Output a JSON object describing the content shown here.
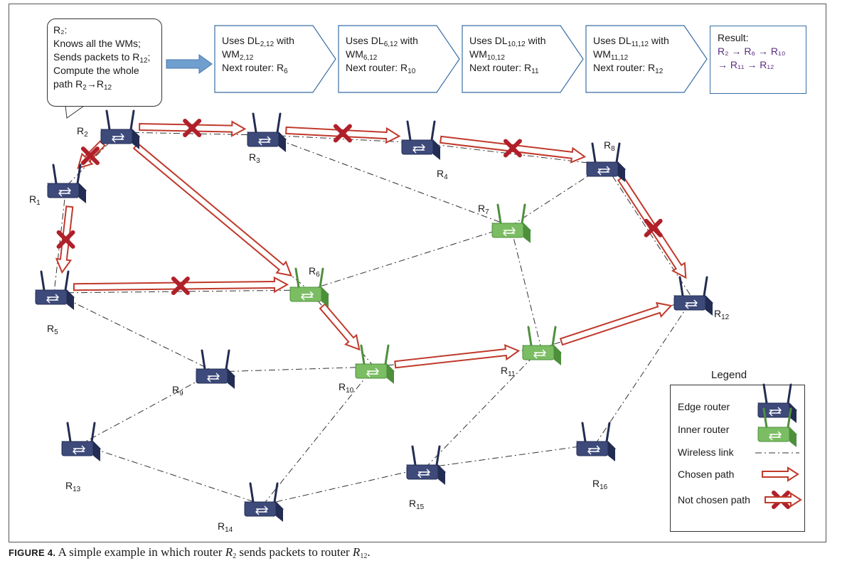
{
  "colors": {
    "edge_router": "#3d4a7a",
    "inner_router": "#7bbd62",
    "chosen_path": "#c0392b",
    "not_chosen_cross": "#b0202a",
    "link": "#333333"
  },
  "callout": {
    "line1": "R₂:",
    "line2": "Knows all the WMs;",
    "line3_prefix": "Sends packets to R",
    "line3_sub": "12",
    "line3_suffix": ";",
    "line4": "Compute the whole",
    "line5_prefix": "path R",
    "line5_sub1": "2",
    "line5_arrow": "→R",
    "line5_sub2": "12"
  },
  "steps": [
    {
      "uses": "Uses DL",
      "dl_sub": "2,12",
      "with": " with",
      "wm": "WM",
      "wm_sub": "2,12",
      "next": "Next router: R",
      "next_sub": "6"
    },
    {
      "uses": "Uses DL",
      "dl_sub": "6,12",
      "with": " with",
      "wm": "WM",
      "wm_sub": "6,12",
      "next": "Next router: R",
      "next_sub": "10"
    },
    {
      "uses": "Uses DL",
      "dl_sub": "10,12",
      "with": " with",
      "wm": "WM",
      "wm_sub": "10,12",
      "next": "Next router: R",
      "next_sub": "11"
    },
    {
      "uses": "Uses DL",
      "dl_sub": "11,12",
      "with": " with",
      "wm": "WM",
      "wm_sub": "11,12",
      "next": "Next router: R",
      "next_sub": "12"
    }
  ],
  "result": {
    "title": "Result:",
    "line1": "R₂ → R₆ → R₁₀",
    "line2": "→ R₁₁ → R₁₂"
  },
  "routers": [
    {
      "id": "R1",
      "label": "R",
      "sub": "1",
      "type": "edge"
    },
    {
      "id": "R2",
      "label": "R",
      "sub": "2",
      "type": "edge"
    },
    {
      "id": "R3",
      "label": "R",
      "sub": "3",
      "type": "edge"
    },
    {
      "id": "R4",
      "label": "R",
      "sub": "4",
      "type": "edge"
    },
    {
      "id": "R5",
      "label": "R",
      "sub": "5",
      "type": "edge"
    },
    {
      "id": "R6",
      "label": "R",
      "sub": "6",
      "type": "inner"
    },
    {
      "id": "R7",
      "label": "R",
      "sub": "7",
      "type": "inner"
    },
    {
      "id": "R8",
      "label": "R",
      "sub": "8",
      "type": "edge"
    },
    {
      "id": "R9",
      "label": "R",
      "sub": "9",
      "type": "edge"
    },
    {
      "id": "R10",
      "label": "R",
      "sub": "10",
      "type": "inner"
    },
    {
      "id": "R11",
      "label": "R",
      "sub": "11",
      "type": "inner"
    },
    {
      "id": "R12",
      "label": "R",
      "sub": "12",
      "type": "edge"
    },
    {
      "id": "R13",
      "label": "R",
      "sub": "13",
      "type": "edge"
    },
    {
      "id": "R14",
      "label": "R",
      "sub": "14",
      "type": "edge"
    },
    {
      "id": "R15",
      "label": "R",
      "sub": "15",
      "type": "edge"
    },
    {
      "id": "R16",
      "label": "R",
      "sub": "16",
      "type": "edge"
    }
  ],
  "links": [
    [
      "R2",
      "R3"
    ],
    [
      "R3",
      "R4"
    ],
    [
      "R4",
      "R8"
    ],
    [
      "R2",
      "R1"
    ],
    [
      "R1",
      "R5"
    ],
    [
      "R2",
      "R6"
    ],
    [
      "R5",
      "R6"
    ],
    [
      "R3",
      "R7"
    ],
    [
      "R6",
      "R7"
    ],
    [
      "R7",
      "R8"
    ],
    [
      "R7",
      "R11"
    ],
    [
      "R8",
      "R12"
    ],
    [
      "R6",
      "R10"
    ],
    [
      "R10",
      "R11"
    ],
    [
      "R11",
      "R12"
    ],
    [
      "R5",
      "R9"
    ],
    [
      "R9",
      "R10"
    ],
    [
      "R9",
      "R13"
    ],
    [
      "R13",
      "R14"
    ],
    [
      "R14",
      "R10"
    ],
    [
      "R14",
      "R15"
    ],
    [
      "R15",
      "R11"
    ],
    [
      "R15",
      "R16"
    ],
    [
      "R16",
      "R12"
    ]
  ],
  "chosen_path": [
    "R2",
    "R6",
    "R10",
    "R11",
    "R12"
  ],
  "not_chosen_paths": [
    [
      "R2",
      "R3"
    ],
    [
      "R3",
      "R4"
    ],
    [
      "R4",
      "R8"
    ],
    [
      "R8",
      "R12"
    ],
    [
      "R2",
      "R1"
    ],
    [
      "R1",
      "R5"
    ],
    [
      "R5",
      "R6"
    ]
  ],
  "legend": {
    "title": "Legend",
    "edge_router": "Edge router",
    "inner_router": "Inner router",
    "wireless_link": "Wireless link",
    "chosen_path": "Chosen path",
    "not_chosen_path": "Not chosen path"
  },
  "caption": {
    "figure_no": "FIGURE 4.",
    "text_a": " A simple example in which router ",
    "r_a": "R",
    "r_a_sub": "2",
    "text_b": " sends packets to router ",
    "r_b": "R",
    "r_b_sub": "12",
    "text_c": "."
  }
}
